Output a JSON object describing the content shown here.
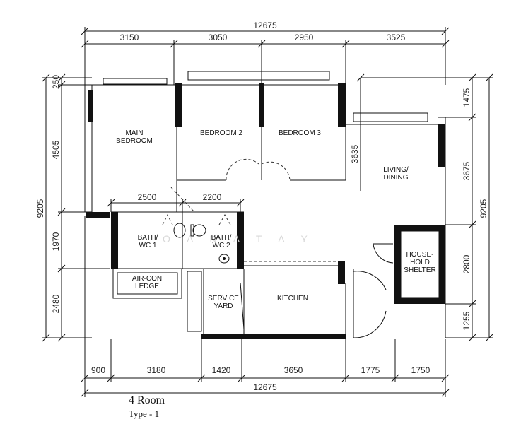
{
  "dimensions": {
    "top_total": "12675",
    "top_segments": [
      "3150",
      "3050",
      "2950",
      "3525"
    ],
    "bottom_total": "12675",
    "bottom_segments": [
      "900",
      "3180",
      "1420",
      "3650",
      "1775",
      "1750"
    ],
    "left_total": "9205",
    "left_segments": [
      "250",
      "4505",
      "1970",
      "2480"
    ],
    "right_total": "9205",
    "right_segments": [
      "1475",
      "3675",
      "2800",
      "1255"
    ],
    "inner_top": [
      "2500",
      "2200"
    ],
    "inner_vertical": "3635"
  },
  "rooms": {
    "main_bedroom": [
      "MAIN",
      "BEDROOM"
    ],
    "bedroom2": "BEDROOM 2",
    "bedroom3": "BEDROOM 3",
    "living": [
      "LIVING/",
      "DINING"
    ],
    "bath1": [
      "BATH/",
      "WC 1"
    ],
    "bath2": [
      "BATH/",
      "WC 2"
    ],
    "aircon": [
      "AIR-CON",
      "LEDGE"
    ],
    "service": [
      "SERVICE",
      "YARD"
    ],
    "kitchen": "KITCHEN",
    "shelter": [
      "HOUSE-",
      "HOLD",
      "SHELTER"
    ]
  },
  "watermark": "O A N A   T A Y",
  "caption": {
    "title": "4 Room",
    "subtitle": "Type - 1"
  }
}
